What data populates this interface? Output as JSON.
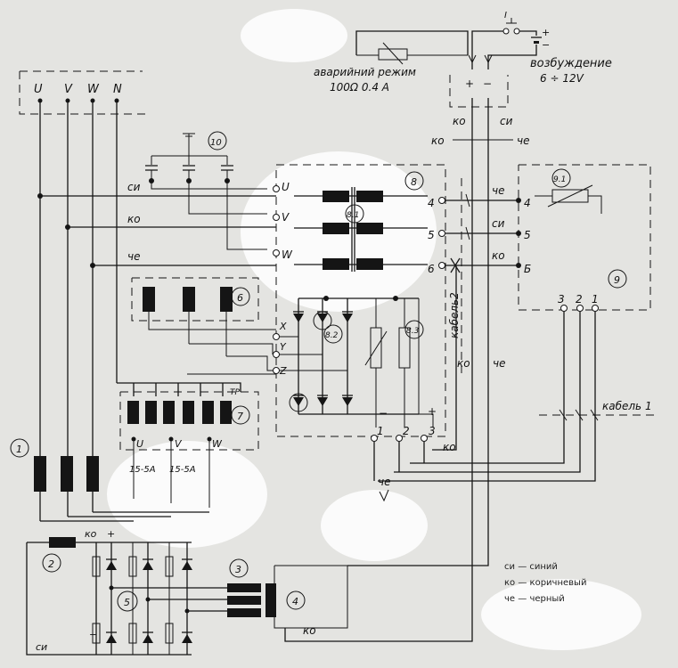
{
  "top_labels": {
    "emergency_mode": "аварийний режим",
    "resistor_rating": "100Ω  0.4 А",
    "excitation": "возбуждение",
    "excitation_range": "6 ÷ 12V",
    "switch_label": "I",
    "plus": "+",
    "minus": "−"
  },
  "phase_labels": [
    "U",
    "V",
    "W",
    "N"
  ],
  "wire_tags": {
    "si": "си",
    "ko": "ко",
    "che": "че"
  },
  "terminal_labels": {
    "U": "U",
    "V": "V",
    "W": "W",
    "X": "X",
    "Y": "Y",
    "Z": "Z",
    "t4": "4",
    "t5": "5",
    "t6": "6",
    "r4": "4",
    "r5": "5",
    "r6": "Б",
    "n1": "1",
    "n2": "2",
    "n3": "3",
    "c3": "3",
    "c2": "2",
    "c1": "1"
  },
  "block_numbers": {
    "b1": "1",
    "b2": "2",
    "b3": "3",
    "b4": "4",
    "b5": "5",
    "b6": "6",
    "b7": "7",
    "b8": "8",
    "b9": "9",
    "b10": "10",
    "b81": "8.1",
    "b82": "8.2",
    "b83": "8.3",
    "b91": "9.1"
  },
  "cable_labels": {
    "cable1": "кабель 1",
    "cable2": "кабель2",
    "tp": "TP"
  },
  "current_labels": [
    "15-5А",
    "15-5А"
  ],
  "legend": [
    {
      "code": "си",
      "desc": "синий"
    },
    {
      "code": "ко",
      "desc": "коричневый"
    },
    {
      "code": "че",
      "desc": "черный"
    }
  ]
}
